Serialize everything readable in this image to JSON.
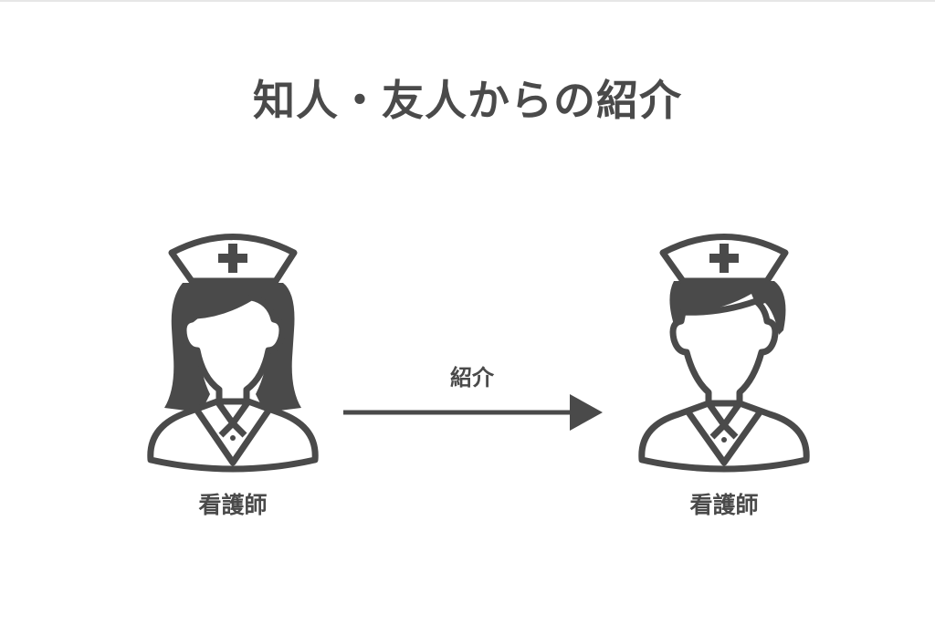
{
  "title": "知人・友人からの紹介",
  "left_person": {
    "label": "看護師",
    "icon": "female-nurse-icon"
  },
  "right_person": {
    "label": "看護師",
    "icon": "male-nurse-icon"
  },
  "arrow": {
    "label": "紹介",
    "icon": "arrow-right-icon"
  },
  "colors": {
    "ink": "#4a4a4a",
    "background": "#ffffff"
  }
}
